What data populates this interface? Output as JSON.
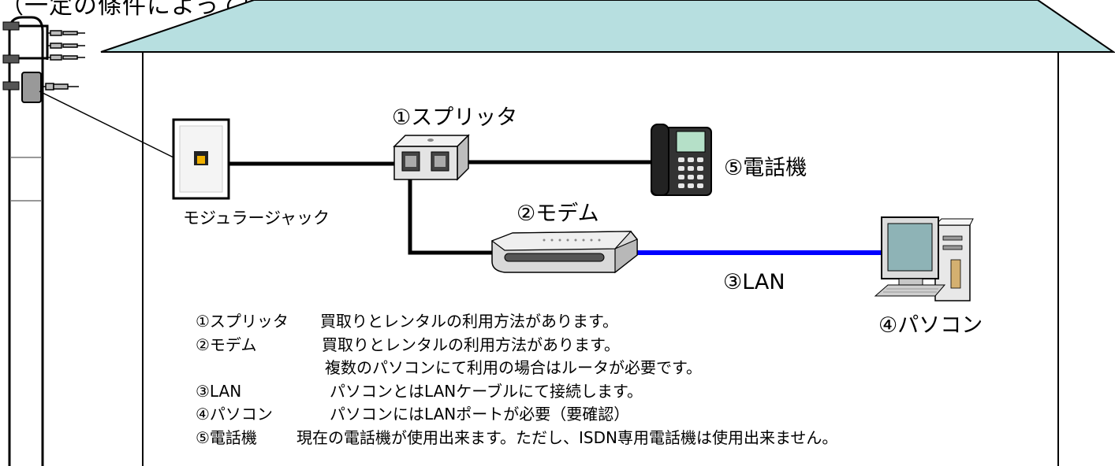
{
  "header_note": "（一定の條件によってはＳ分割装置は設置されない場合もあります）",
  "labels": {
    "splitter": "①スプリッタ",
    "phone": "⑤電話機",
    "modem": "②モデム",
    "lan": "③LAN",
    "pc": "④パソコン",
    "modular_jack": "モジュラージャック"
  },
  "notes": [
    {
      "term": "①スプリッタ",
      "text": "買取りとレンタルの利用方法があります。"
    },
    {
      "term": "②モデム",
      "text": "買取りとレンタルの利用方法があります。"
    },
    {
      "term": "",
      "text": "複数のパソコンにて利用の場合はルータが必要です。"
    },
    {
      "term": "③LAN",
      "text": "パソコンとはLANケーブルにて接続します。"
    },
    {
      "term": "④パソコン",
      "text": "パソコンにはLANポートが必要（要確認）"
    },
    {
      "term": "⑤電話機",
      "text": "現在の電話機が使用出来ます。ただし、ISDN専用電話機は使用出来ません。"
    }
  ],
  "colors": {
    "roof": "#b7dfe0",
    "lan_cable": "#0000ff",
    "phone_line": "#000000"
  }
}
